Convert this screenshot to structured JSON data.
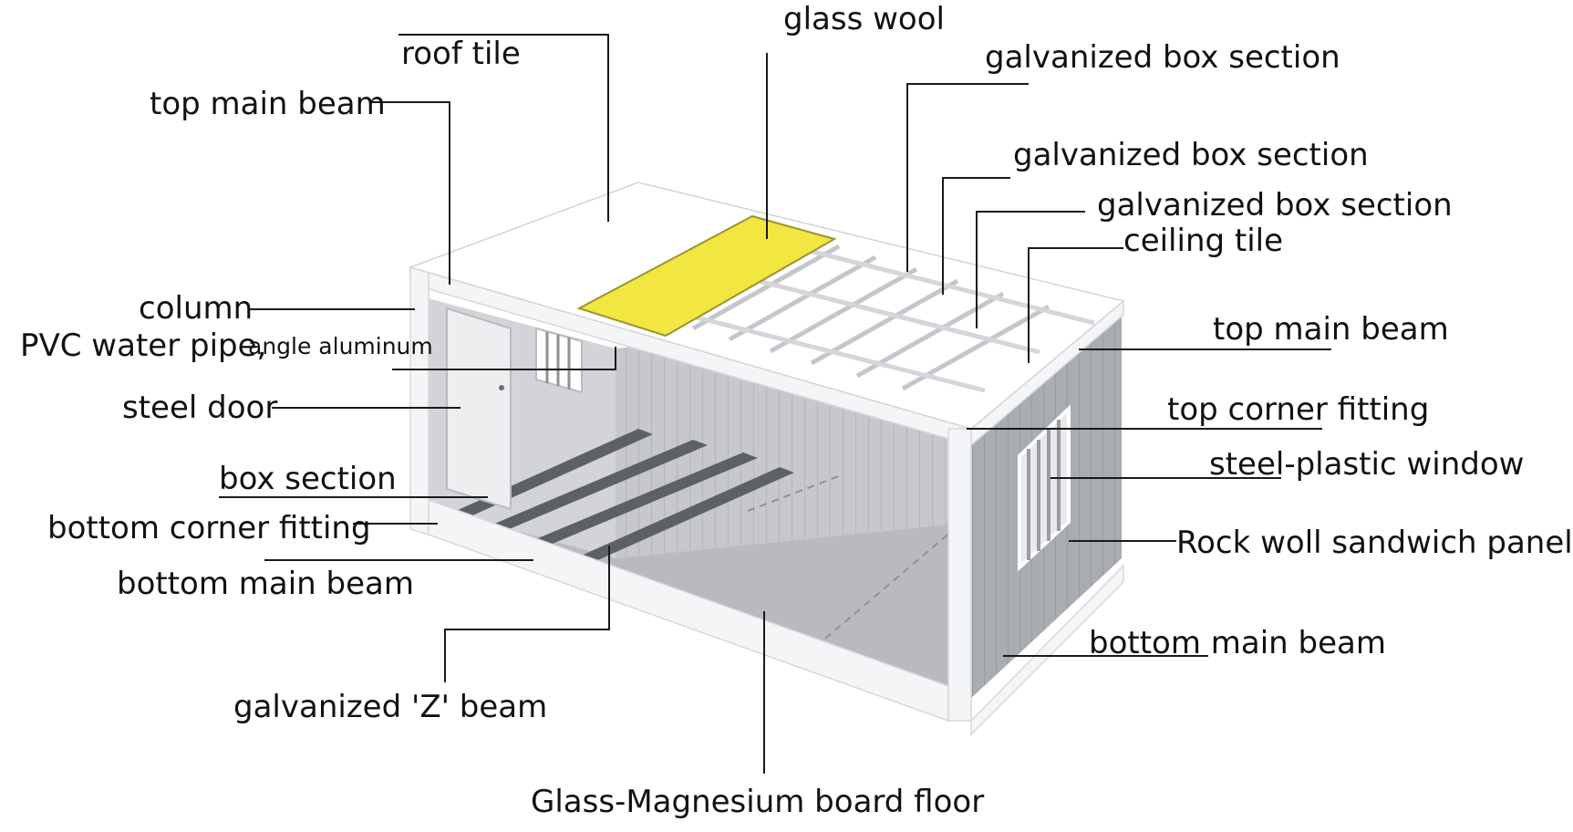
{
  "labels": {
    "glass_wool": "glass wool",
    "roof_tile": "roof tile",
    "galvanized_box_section_1": "galvanized box section",
    "top_main_beam_left": "top main beam",
    "galvanized_box_section_2": "galvanized box section",
    "galvanized_box_section_3": "galvanized box section",
    "ceiling_tile": "ceiling tile",
    "column": "column",
    "pvc_water_pipe": "PVC water pipe,",
    "angle_aluminum": "angle aluminum",
    "top_main_beam_right": "top main beam",
    "steel_door": "steel door",
    "top_corner_fitting": "top corner fitting",
    "steel_plastic_window": "steel-plastic window",
    "box_section": "box section",
    "bottom_corner_fitting": "bottom corner fitting",
    "rock_wool_sandwich_panel": "Rock woll sandwich panel",
    "bottom_main_beam_left": "bottom main beam",
    "bottom_main_beam_right": "bottom main beam",
    "galvanized_z_beam": "galvanized 'Z' beam",
    "glass_magnesium_floor": "Glass-Magnesium board floor"
  },
  "colors": {
    "glass_wool_panel": "#f2e640",
    "frame": "#f4f5f7",
    "wall_panel": "#c9cbd0",
    "floor": "#b4b6bb",
    "leader_line": "#1a1a1a",
    "text": "#111111"
  }
}
